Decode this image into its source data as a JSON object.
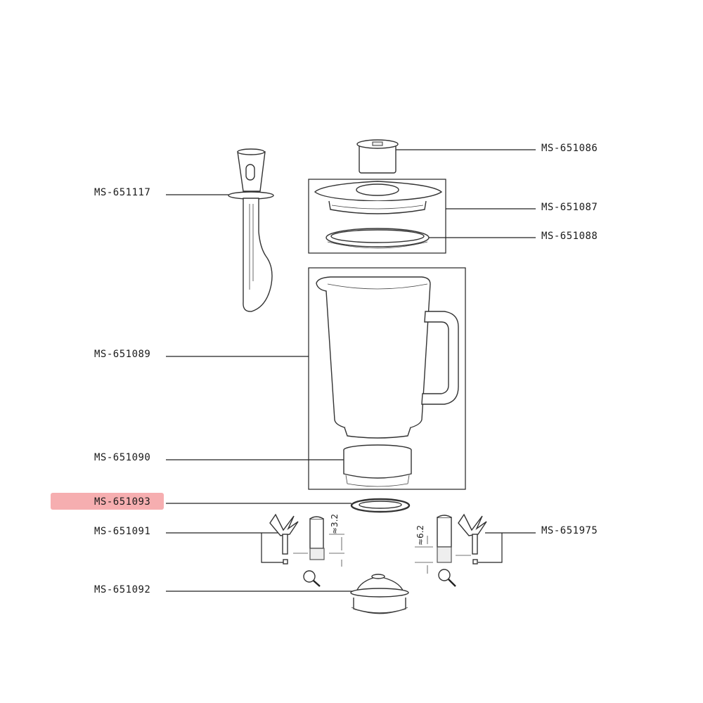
{
  "labels": {
    "part_651117": "MS-651117",
    "part_651086": "MS-651086",
    "part_651087": "MS-651087",
    "part_651088": "MS-651088",
    "part_651089": "MS-651089",
    "part_651090": "MS-651090",
    "part_651093": "MS-651093",
    "part_651091": "MS-651091",
    "part_651975": "MS-651975",
    "part_651092": "MS-651092"
  },
  "dimensions": {
    "left_blade_height": "≈3.2",
    "right_blade_height": "≈6.2"
  },
  "highlight": {
    "selected_part": "MS-651093",
    "color": "#f4a0a2"
  }
}
